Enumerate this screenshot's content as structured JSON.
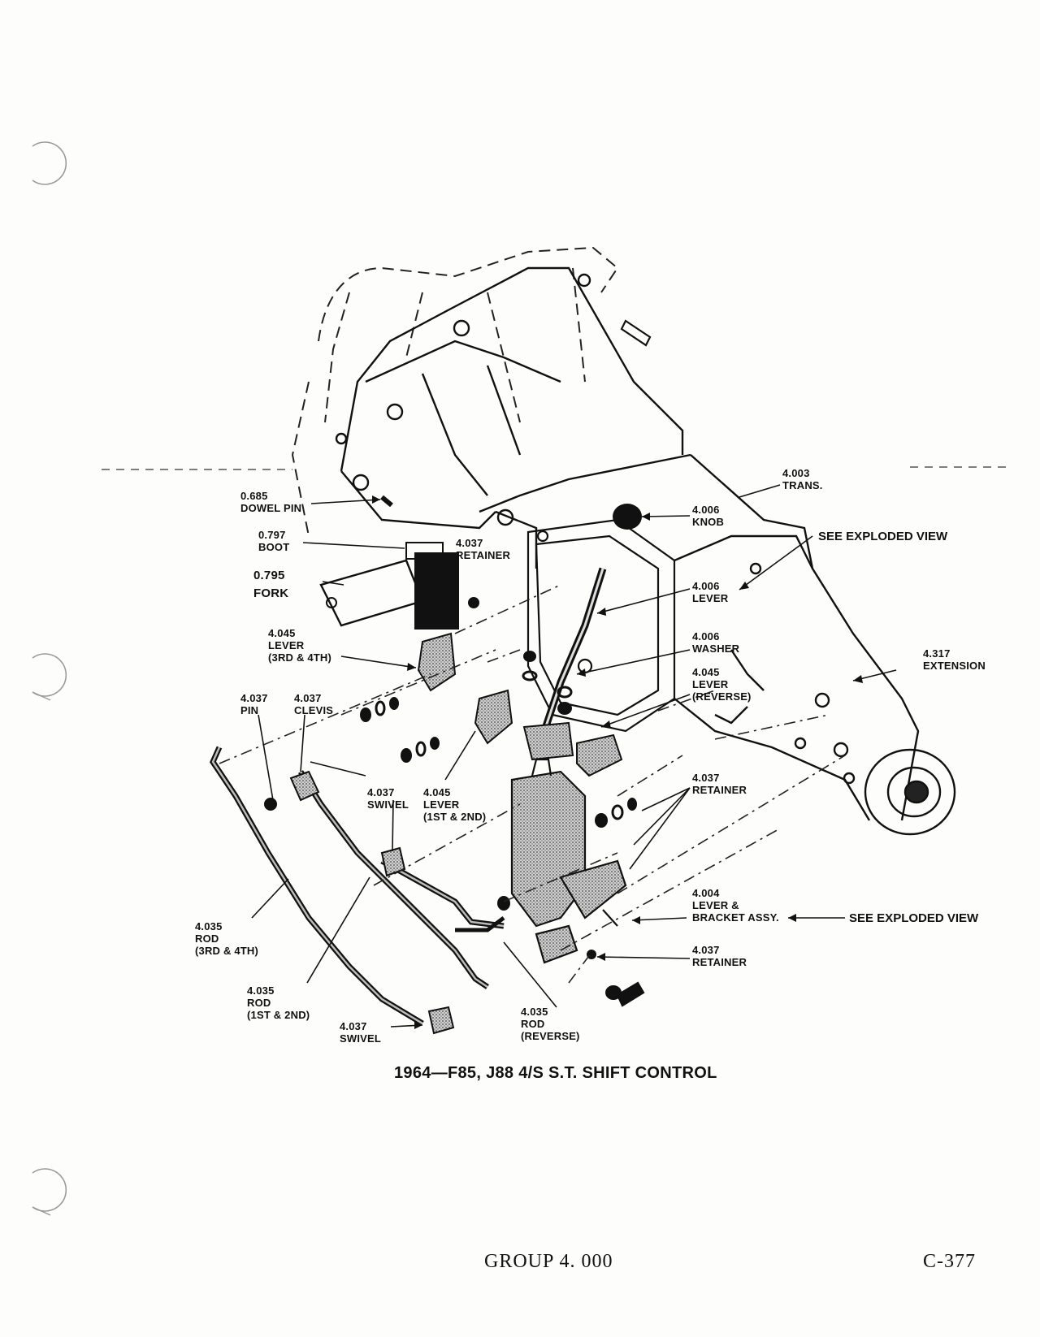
{
  "labels": {
    "dowel_pin": {
      "num": "0.685",
      "name": "DOWEL PIN"
    },
    "boot": {
      "num": "0.797",
      "name": "BOOT"
    },
    "fork": {
      "num": "0.795",
      "name": "FORK"
    },
    "retainer_top": {
      "num": "4.037",
      "name": "RETAINER"
    },
    "lever_3rd4th": {
      "num": "4.045",
      "name": "LEVER",
      "sub": "(3RD & 4TH)"
    },
    "pin": {
      "num": "4.037",
      "name": "PIN"
    },
    "clevis": {
      "num": "4.037",
      "name": "CLEVIS"
    },
    "swivel_mid": {
      "num": "4.037",
      "name": "SWIVEL"
    },
    "lever_1st2nd": {
      "num": "4.045",
      "name": "LEVER",
      "sub": "(1ST & 2ND)"
    },
    "trans": {
      "num": "4.003",
      "name": "TRANS."
    },
    "knob": {
      "num": "4.006",
      "name": "KNOB"
    },
    "lever_shift": {
      "num": "4.006",
      "name": "LEVER"
    },
    "washer": {
      "num": "4.006",
      "name": "WASHER"
    },
    "lever_reverse": {
      "num": "4.045",
      "name": "LEVER",
      "sub": "(REVERSE)"
    },
    "retainer_mid": {
      "num": "4.037",
      "name": "RETAINER"
    },
    "lever_bracket": {
      "num": "4.004",
      "name": "LEVER &",
      "sub": "BRACKET ASSY."
    },
    "retainer_low": {
      "num": "4.037",
      "name": "RETAINER"
    },
    "extension": {
      "num": "4.317",
      "name": "EXTENSION"
    },
    "rod_3rd4th": {
      "num": "4.035",
      "name": "ROD",
      "sub": "(3RD & 4TH)"
    },
    "rod_1st2nd": {
      "num": "4.035",
      "name": "ROD",
      "sub": "(1ST & 2ND)"
    },
    "swivel_low": {
      "num": "4.037",
      "name": "SWIVEL"
    },
    "rod_reverse": {
      "num": "4.035",
      "name": "ROD",
      "sub": "(REVERSE)"
    }
  },
  "see_exploded_top": "SEE EXPLODED VIEW",
  "see_exploded_bottom": "SEE EXPLODED VIEW",
  "caption": "1964—F85, J88 4/S S.T. SHIFT CONTROL",
  "footer": {
    "group": "GROUP 4. 000",
    "page": "C-377"
  }
}
